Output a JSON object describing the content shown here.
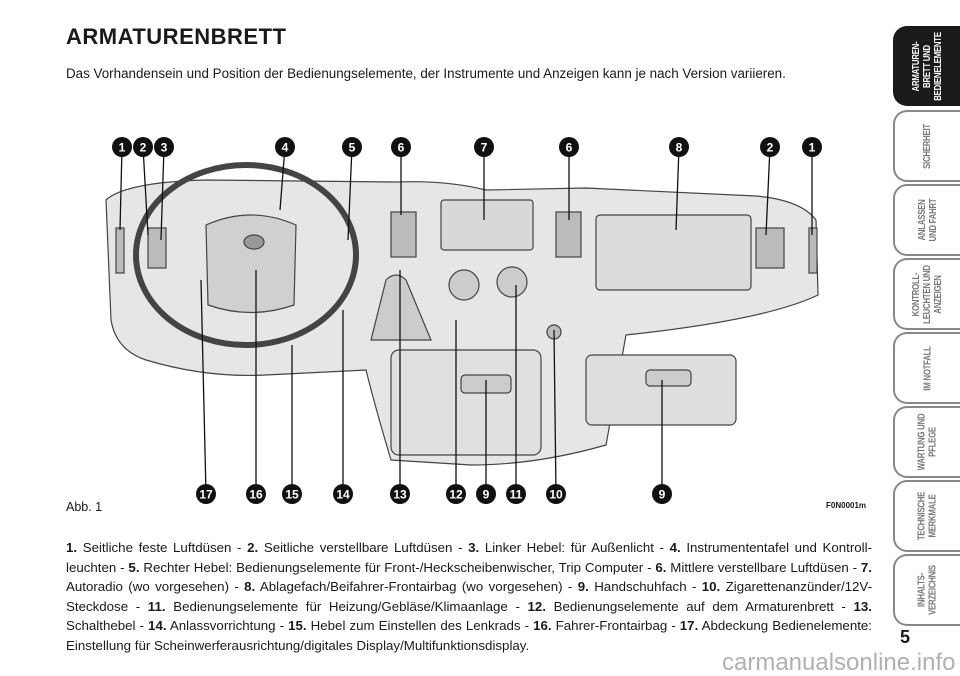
{
  "title": "ARMATURENBRETT",
  "intro": "Das Vorhandensein und Position der Bedienungselemente, der Instrumente und Anzeigen kann je nach Version variieren.",
  "figure": {
    "label": "Abb. 1",
    "code": "F0N0001m",
    "top_callouts": [
      "1",
      "2",
      "3",
      "4",
      "5",
      "6",
      "7",
      "6",
      "8",
      "2",
      "1"
    ],
    "bottom_callouts": [
      "17",
      "16",
      "15",
      "14",
      "13",
      "12",
      "9",
      "11",
      "10",
      "9"
    ]
  },
  "caption": [
    {
      "n": "1.",
      "t": " Seitliche feste Luftdüsen - "
    },
    {
      "n": "2.",
      "t": " Seitliche verstellbare Luftdüsen - "
    },
    {
      "n": "3.",
      "t": " Linker Hebel: für Außenlicht - "
    },
    {
      "n": "4.",
      "t": " Instrumententafel und Kontroll­leuchten - "
    },
    {
      "n": "5.",
      "t": " Rechter Hebel: Bedienungselemente für Front-/Heckscheibenwischer, Trip Computer - "
    },
    {
      "n": "6.",
      "t": " Mittlere verstellbare Luftdü­sen - "
    },
    {
      "n": "7.",
      "t": " Autoradio (wo vorgesehen) - "
    },
    {
      "n": "8.",
      "t": " Ablagefach/Beifahrer-Frontairbag (wo vorgesehen) - "
    },
    {
      "n": "9.",
      "t": " Handschuhfach - "
    },
    {
      "n": "10.",
      "t": " Zigarettenan­zünder/12V-Steckdose - "
    },
    {
      "n": "11.",
      "t": " Bedienungselemente für Heizung/Gebläse/Klimaanlage - "
    },
    {
      "n": "12.",
      "t": " Bedienungselemente auf dem Armaturen­brett - "
    },
    {
      "n": "13.",
      "t": " Schalthebel - "
    },
    {
      "n": "14.",
      "t": " Anlassvorrichtung - "
    },
    {
      "n": "15.",
      "t": " Hebel zum Einstellen des Lenkrads - "
    },
    {
      "n": "16.",
      "t": " Fahrer-Frontairbag - "
    },
    {
      "n": "17.",
      "t": " Abdeckung Be­dienelemente: Einstellung für Scheinwerferausrichtung/digitales Display/Multifunktionsdisplay."
    }
  ],
  "tabs": [
    {
      "label": "ARMATUREN-\nBRETT UND\nBEDIENELEMENTE",
      "active": true
    },
    {
      "label": "SICHERHEIT",
      "active": false
    },
    {
      "label": "ANLASSEN\nUND FAHRT",
      "active": false
    },
    {
      "label": "KONTROLL-\nLEUCHTEN UND\nANZEIGEN",
      "active": false
    },
    {
      "label": "IM NOTFALL",
      "active": false
    },
    {
      "label": "WARTUNG UND\nPFLEGE",
      "active": false
    },
    {
      "label": "TECHNISCHE\nMERKMALE",
      "active": false
    },
    {
      "label": "INHALTS-\nVERZEICHNIS",
      "active": false
    }
  ],
  "page_number": "5",
  "watermark": "carmanualsonline.info"
}
